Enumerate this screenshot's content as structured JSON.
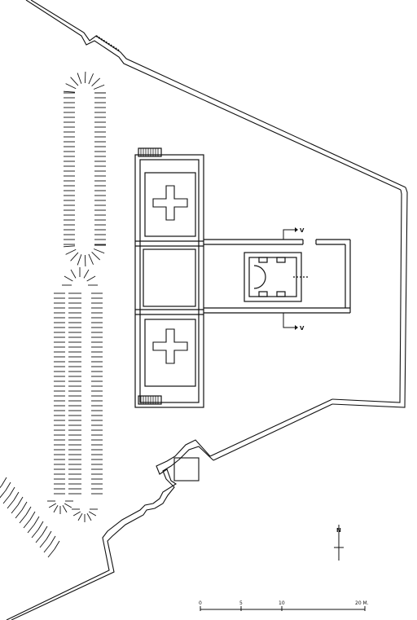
{
  "section_labels": {
    "top": "V",
    "bottom": "V"
  },
  "north_arrow": {
    "label": "N",
    "icon": "north-arrow-icon"
  },
  "scale_bar": {
    "ticks": [
      "0",
      "5",
      "10",
      "20 M."
    ]
  },
  "colors": {
    "ink": "#111111",
    "paper": "#ffffff"
  }
}
